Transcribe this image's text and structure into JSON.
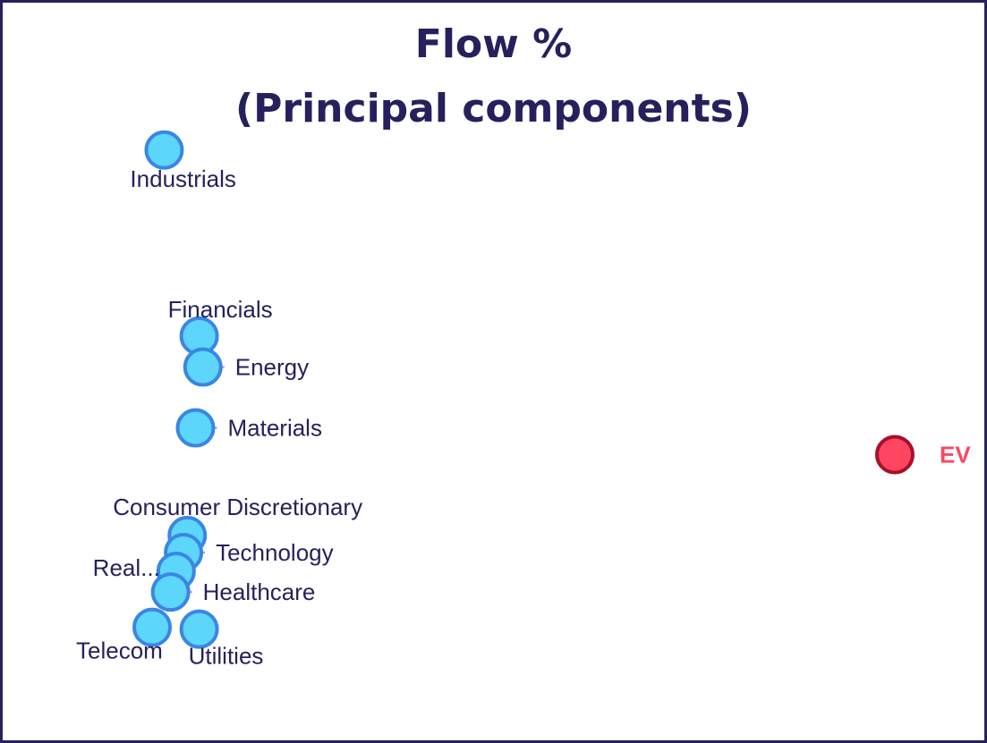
{
  "chart_data": {
    "type": "scatter",
    "title": [
      "Flow %",
      "(Principal components)"
    ],
    "xlabel": "",
    "ylabel": "",
    "xlim": [
      0,
      100
    ],
    "ylim": [
      0,
      100
    ],
    "grid": false,
    "legend": "none",
    "points": [
      {
        "label": "Industrials",
        "x": 14.3,
        "y": 91.5,
        "color": "#5dd6fb",
        "stroke": "#3a86e4",
        "label_pos": "below"
      },
      {
        "label": "Financials",
        "x": 18.1,
        "y": 60.9,
        "color": "#5dd6fb",
        "stroke": "#3a86e4",
        "label_pos": "above"
      },
      {
        "label": "Energy",
        "x": 18.5,
        "y": 55.8,
        "color": "#5dd6fb",
        "stroke": "#3a86e4",
        "label_pos": "right"
      },
      {
        "label": "Materials",
        "x": 17.7,
        "y": 45.8,
        "color": "#5dd6fb",
        "stroke": "#3a86e4",
        "label_pos": "right"
      },
      {
        "label": "Consumer Discretionary",
        "x": 16.8,
        "y": 28.1,
        "color": "#5dd6fb",
        "stroke": "#3a86e4",
        "label_pos": "above"
      },
      {
        "label": "Technology",
        "x": 16.4,
        "y": 25.3,
        "color": "#5dd6fb",
        "stroke": "#3a86e4",
        "label_pos": "right"
      },
      {
        "label": "Real...",
        "x": 15.6,
        "y": 22.2,
        "color": "#5dd6fb",
        "stroke": "#3a86e4",
        "label_pos": "left"
      },
      {
        "label": "Healthcare",
        "x": 15.0,
        "y": 18.8,
        "color": "#5dd6fb",
        "stroke": "#3a86e4",
        "label_pos": "right"
      },
      {
        "label": "Telecom",
        "x": 13.0,
        "y": 13.0,
        "color": "#5dd6fb",
        "stroke": "#3a86e4",
        "label_pos": "below"
      },
      {
        "label": "Utilities",
        "x": 18.1,
        "y": 12.7,
        "color": "#5dd6fb",
        "stroke": "#3a86e4",
        "label_pos": "below"
      },
      {
        "label": "EV",
        "x": 93.5,
        "y": 41.4,
        "color": "#ff4560",
        "stroke": "#a8102a",
        "label_pos": "right",
        "highlight": true
      }
    ]
  }
}
